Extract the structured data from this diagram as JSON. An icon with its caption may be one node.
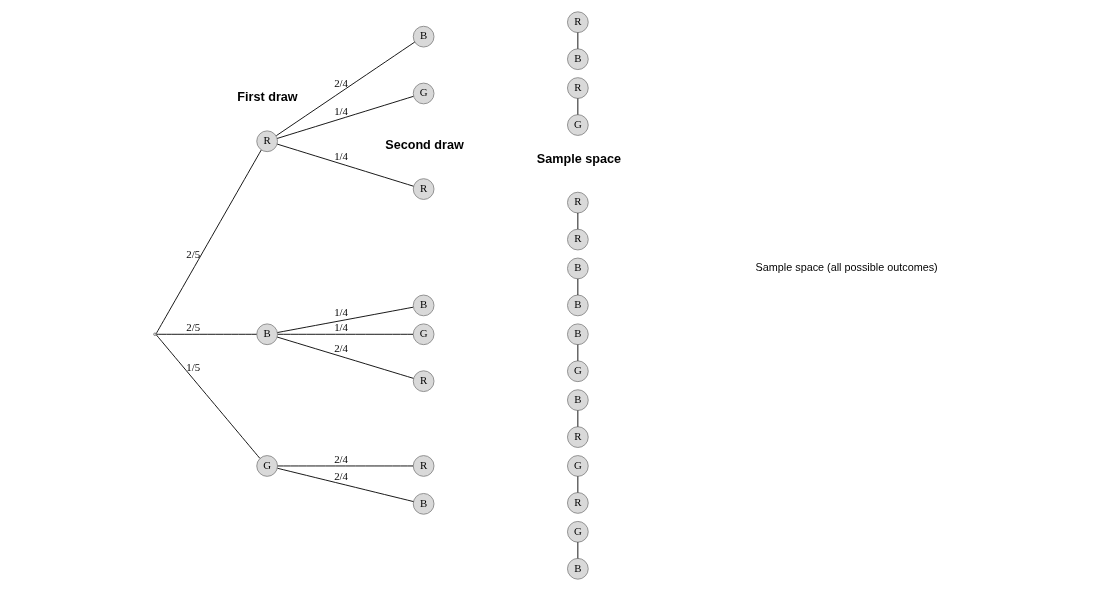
{
  "diagram": {
    "nodes": [
      {
        "text": [],
        "shape": "point"
      },
      {
        "text": [
          "R"
        ]
      },
      {
        "text": [
          "B"
        ]
      },
      {
        "text": [
          "G"
        ]
      },
      {
        "text": [
          "R"
        ]
      },
      {
        "text": [
          "B"
        ]
      },
      {
        "text": [
          "G"
        ]
      },
      {
        "text": [
          "R"
        ]
      },
      {
        "text": [
          "B"
        ]
      },
      {
        "text": [
          "G"
        ]
      },
      {
        "text": [
          "R"
        ]
      },
      {
        "text": [
          "B"
        ]
      },
      {
        "text": [
          "R"
        ]
      },
      {
        "text": [
          "R"
        ]
      },
      {
        "text": [
          "R"
        ]
      },
      {
        "text": [
          "B"
        ]
      },
      {
        "text": [
          "R"
        ]
      },
      {
        "text": [
          "G"
        ]
      },
      {
        "text": [
          "B"
        ]
      },
      {
        "text": [
          "R"
        ]
      },
      {
        "text": [
          "B"
        ]
      },
      {
        "text": [
          "B"
        ]
      },
      {
        "text": [
          "B"
        ]
      },
      {
        "text": [
          "G"
        ]
      },
      {
        "text": [
          "G"
        ]
      },
      {
        "text": [
          "R"
        ]
      },
      {
        "text": [
          "G"
        ]
      },
      {
        "text": [
          "B"
        ]
      }
    ],
    "edges": [
      {
        "from": 0,
        "to": 1,
        "arrow": "none",
        "label": "2/5"
      },
      {
        "from": 0,
        "to": 2,
        "arrow": "none",
        "label": "2/5"
      },
      {
        "from": 0,
        "to": 3,
        "arrow": "none",
        "label": "1/5"
      },
      {
        "from": 1,
        "to": 4,
        "arrow": "none",
        "label": "1/4"
      },
      {
        "from": 1,
        "to": 5,
        "arrow": "none",
        "label": "2/4"
      },
      {
        "from": 1,
        "to": 6,
        "arrow": "none",
        "label": "1/4"
      },
      {
        "from": 2,
        "to": 7,
        "arrow": "none",
        "label": "2/4"
      },
      {
        "from": 2,
        "to": 8,
        "arrow": "none",
        "label": "1/4"
      },
      {
        "from": 2,
        "to": 9,
        "arrow": "none",
        "label": "1/4"
      },
      {
        "from": 3,
        "to": 10,
        "arrow": "none",
        "label": "2/4"
      },
      {
        "from": 3,
        "to": 11,
        "arrow": "none",
        "label": "2/4"
      },
      {
        "from": 12,
        "to": 13,
        "arrow": "none"
      },
      {
        "from": 14,
        "to": 15,
        "arrow": "none"
      },
      {
        "from": 16,
        "to": 17,
        "arrow": "none"
      },
      {
        "from": 18,
        "to": 19,
        "arrow": "none"
      },
      {
        "from": 20,
        "to": 21,
        "arrow": "none"
      },
      {
        "from": 22,
        "to": 23,
        "arrow": "none"
      },
      {
        "from": 24,
        "to": 25,
        "arrow": "none"
      },
      {
        "from": 26,
        "to": 27,
        "arrow": "none"
      }
    ],
    "labels": [
      "First draw",
      "Second draw",
      "Sample space",
      "Sample space (all possible outcomes)"
    ]
  }
}
